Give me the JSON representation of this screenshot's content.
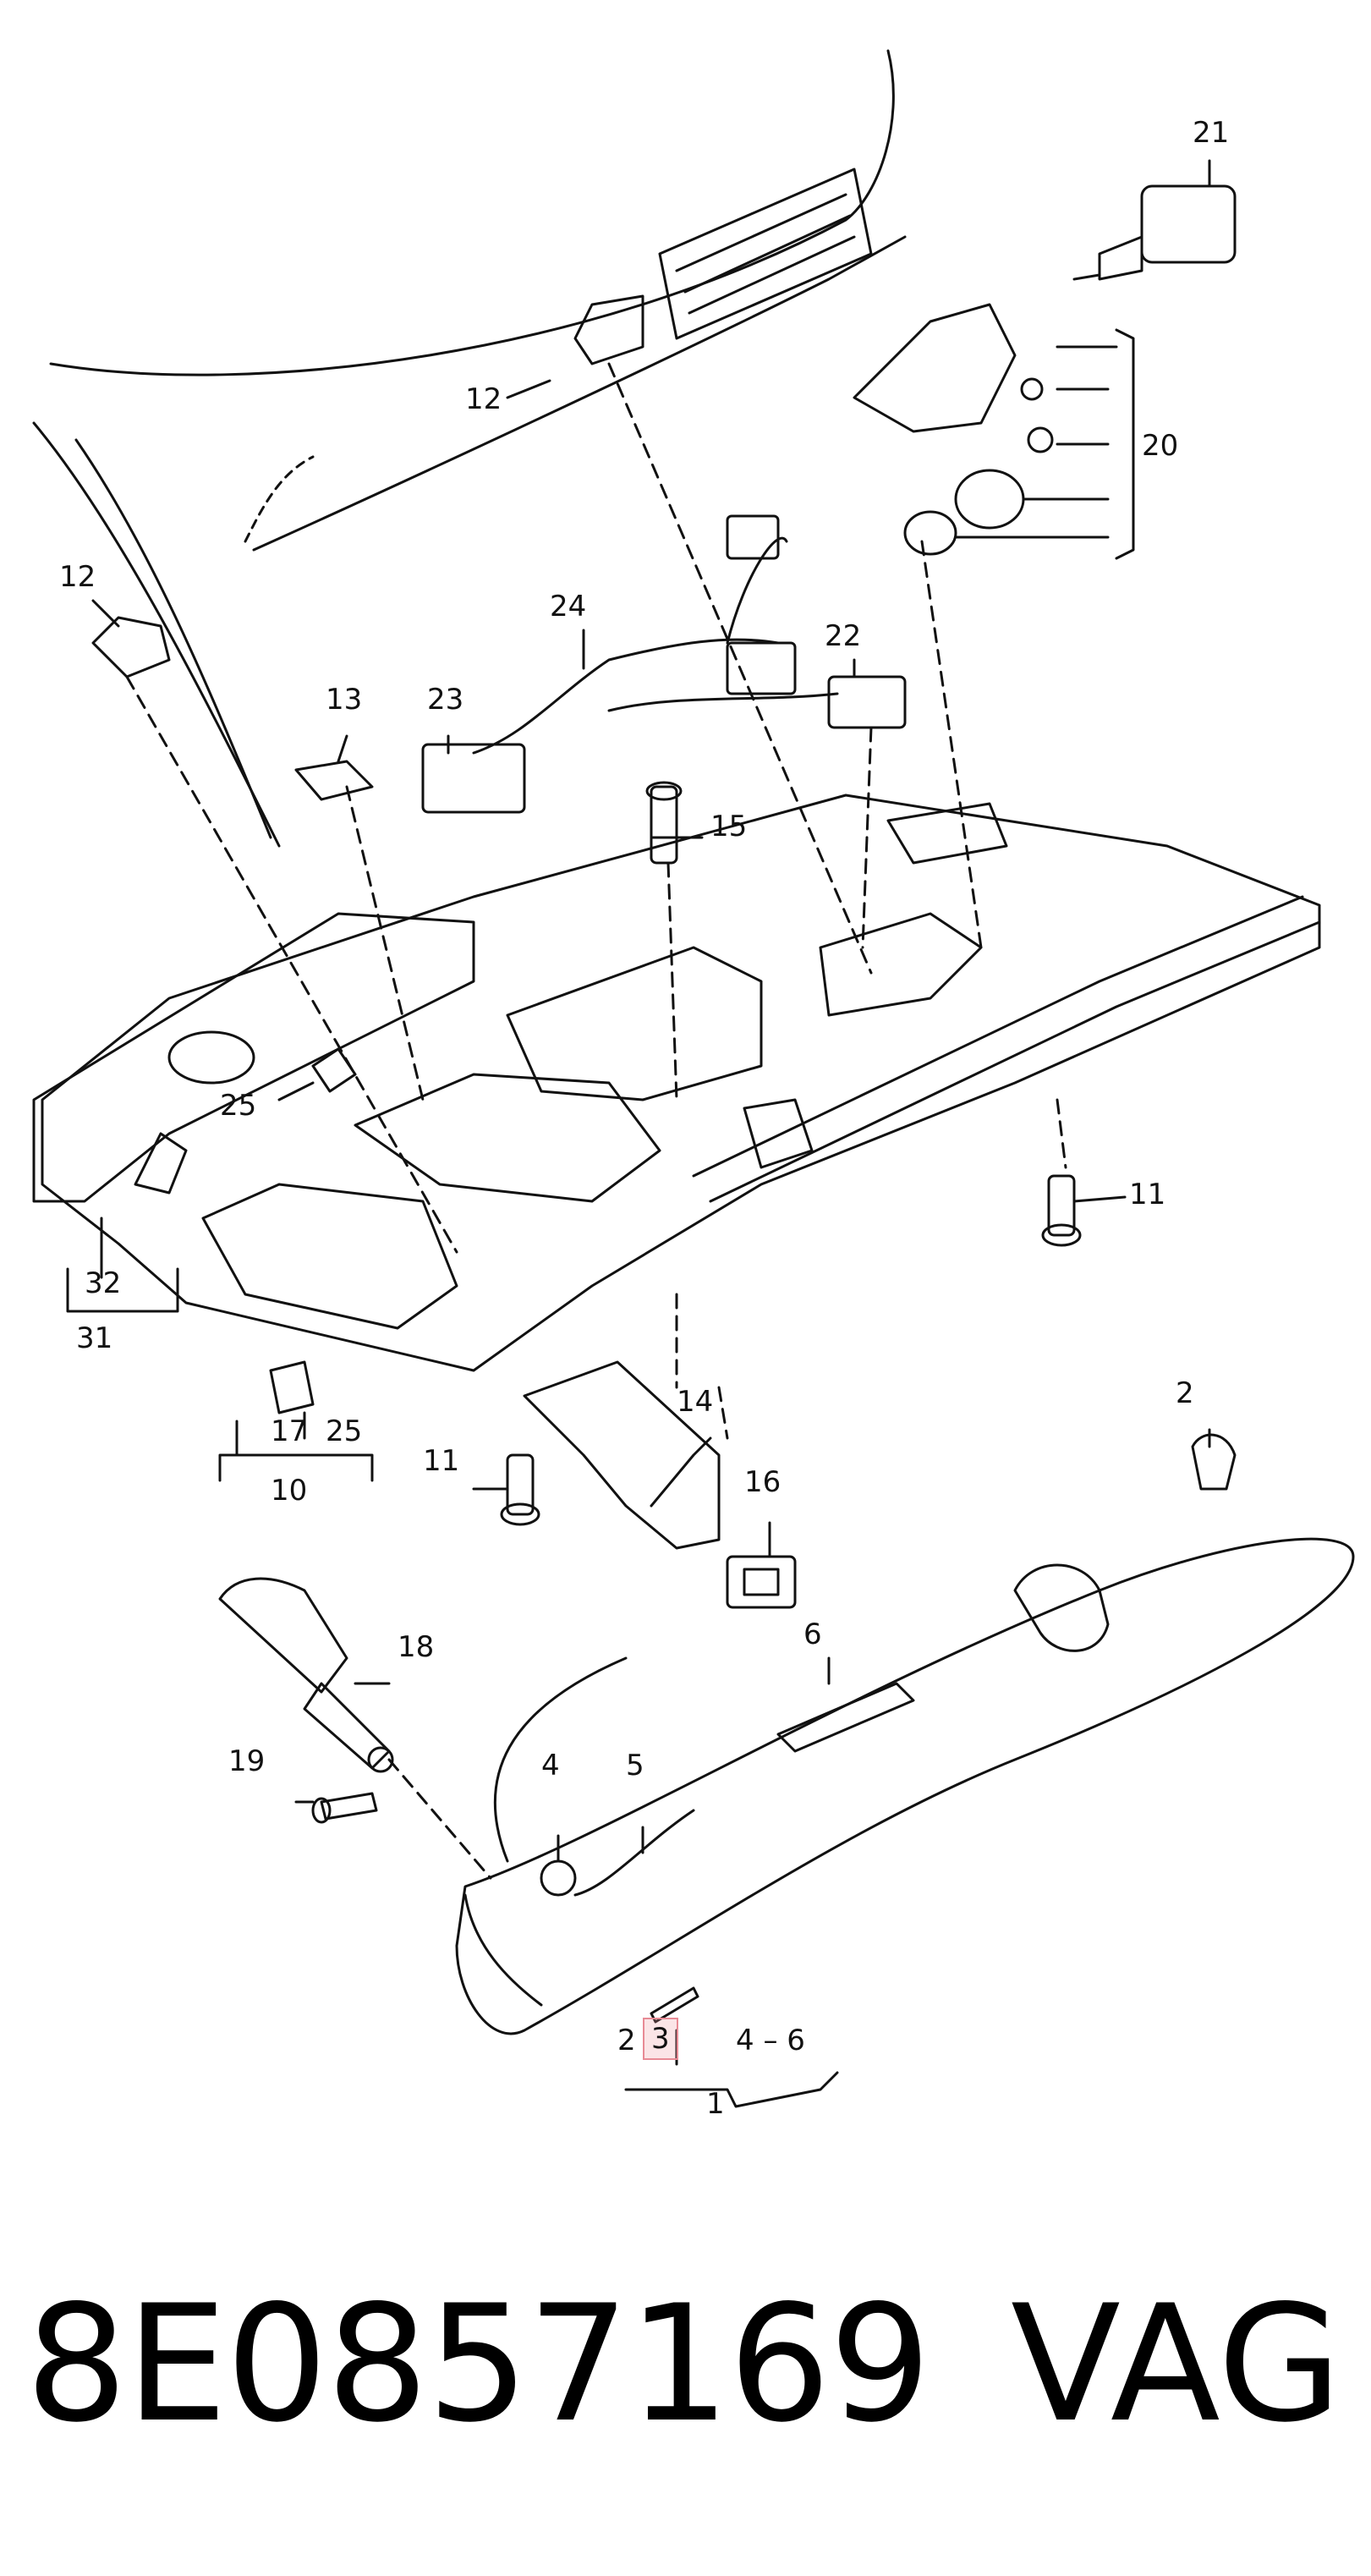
{
  "labels": {
    "l21": "21",
    "l12a": "12",
    "l20": "20",
    "l12b": "12",
    "l24": "24",
    "l22": "22",
    "l13": "13",
    "l23": "23",
    "l15": "15",
    "l25a": "25",
    "l11a": "11",
    "l32": "32",
    "l31": "31",
    "l14": "14",
    "l17": "17",
    "l25b": "25",
    "l10": "10",
    "l2a": "2",
    "l11b": "11",
    "l16": "16",
    "l18": "18",
    "l6": "6",
    "l19": "19",
    "l4": "4",
    "l5": "5",
    "l2b": "2",
    "l3": "3",
    "l46": "4 – 6",
    "l1": "1"
  },
  "footer": {
    "part_number": "8E0857169",
    "brand": "VAG"
  },
  "colors": {
    "line": "#111111",
    "highlight": "#e88b95"
  }
}
